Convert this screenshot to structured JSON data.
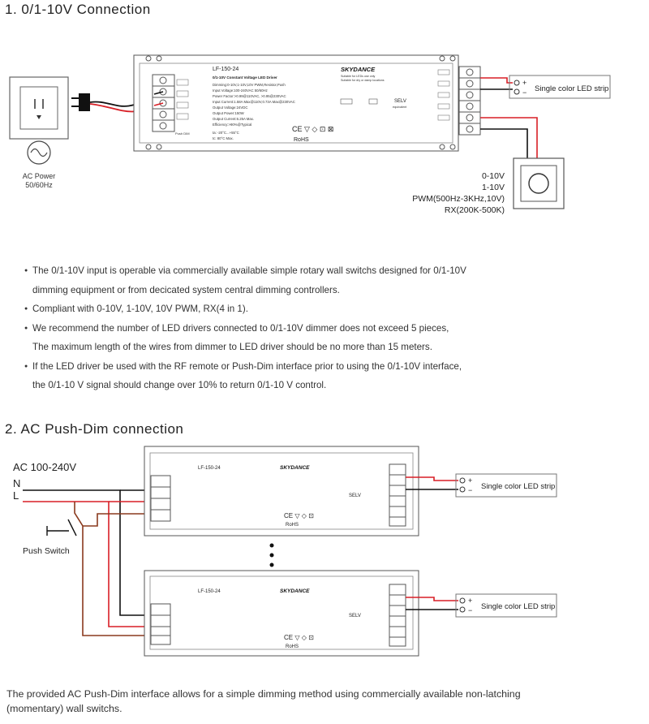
{
  "section1": {
    "title": "1. 0/1-10V Connection",
    "ac_power": [
      "AC Power",
      "50/60Hz"
    ],
    "strip_label": "Single color LED strip",
    "dimmer_labels": [
      "0-10V",
      "1-10V",
      "PWM(500Hz-3KHz,10V)",
      "RX(200K-500K)"
    ],
    "driver": {
      "model": "LF-150-24",
      "brand": "SKYDANCE",
      "subtitle": "0/1-10V Constant Voltage LED Driver",
      "specs": [
        "Dimming:0-10V,1-10V,10V PWM,Resistor,Push",
        "Input Voltage:100-240VAC 50/60Hz",
        "Power Factor:>0.99@110VAC, >0.95@230VAC",
        "Input Current:1.58A Max@110V,0.73A Max@230VAC",
        "Output Voltage:24VDC",
        "Output Power:150W",
        "Output Current:6.25A Max.",
        "Efficiency:>90%@Typical"
      ],
      "temps": [
        "ta: -20°C...+55°C",
        "tc: 80°C Max."
      ],
      "marks": "CE ▽ ◇ ⊡ ⊠",
      "rohs": "RoHS",
      "selv": "SELV",
      "selv_sub": "equivalent",
      "suitable": [
        "Suitable for LEDs use only",
        "Suitable for dry or damp locations"
      ],
      "push_dim": "Push DIM"
    }
  },
  "bullets": [
    [
      "The 0/1-10V input is operable via commercially available simple rotary wall switchs designed for 0/1-10V",
      "dimming equipment or from decicated system central dimming controllers."
    ],
    [
      "Compliant with 0-10V, 1-10V, 10V PWM, RX(4 in 1)."
    ],
    [
      "We recommend the number of LED drivers connected to 0/1-10V dimmer does not exceed 5 pieces,",
      "The maximum length of the wires from dimmer to LED driver should be no more than 15 meters."
    ],
    [
      "If the LED driver be used with the RF remote or Push-Dim interface prior to using the 0/1-10V interface,",
      "the 0/1-10 V signal should change over 10% to return 0/1-10 V control."
    ]
  ],
  "section2": {
    "title": "2. AC Push-Dim connection",
    "ac_label": "AC 100-240V",
    "n_label": "N",
    "l_label": "L",
    "push_switch": "Push Switch",
    "strip_label": "Single color LED strip"
  },
  "footer": [
    "The provided AC Push-Dim interface allows for a simple dimming method using commercially available non-latching",
    "(momentary) wall switchs."
  ],
  "colors": {
    "red": "#d81f26",
    "brown": "#8a3a1e",
    "black": "#111111",
    "driver_bg": "#ffffff"
  }
}
